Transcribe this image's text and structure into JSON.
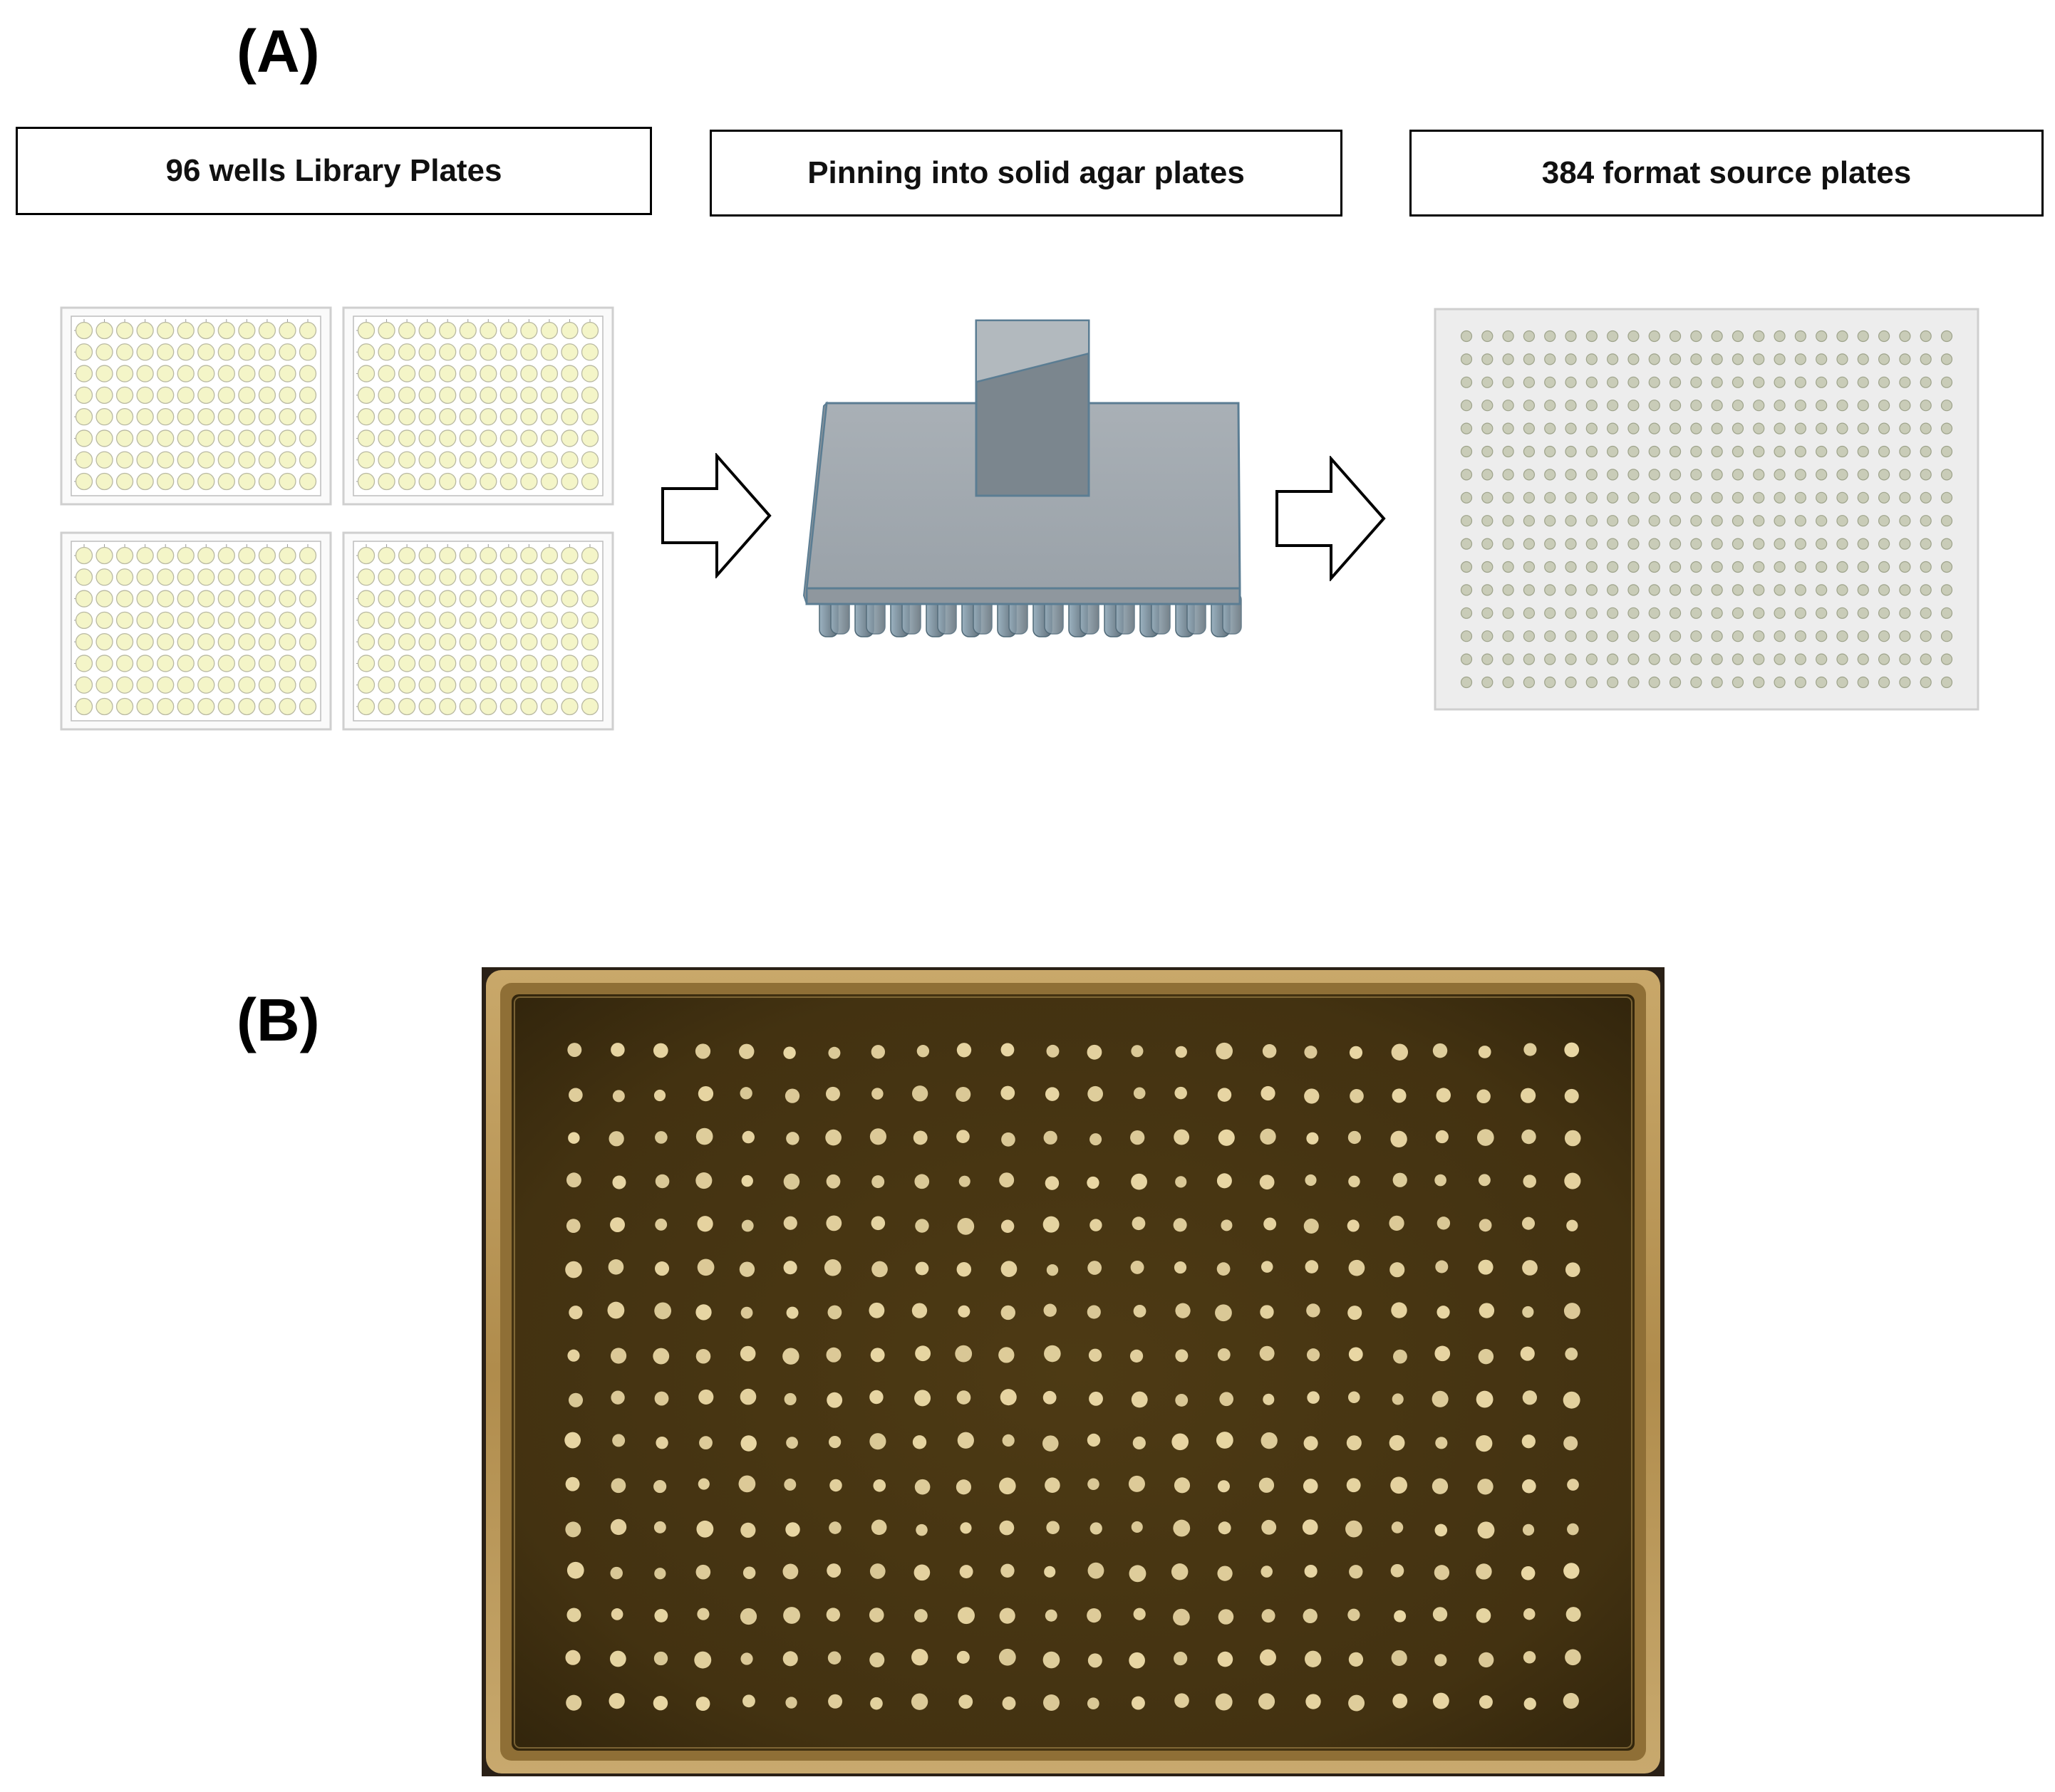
{
  "panel_a": {
    "label": "(A)",
    "steps": [
      {
        "label": "96 wells Library Plates"
      },
      {
        "label": "Pinning into solid agar plates"
      },
      {
        "label": "384 format source plates"
      }
    ],
    "library_plate": {
      "rows": 8,
      "cols": 12,
      "count": 4,
      "well_color": "#f4f5c8"
    },
    "source_plate": {
      "rows": 16,
      "cols": 24,
      "well_color": "#c9ccb8"
    }
  },
  "panel_b": {
    "label": "(B)",
    "plate_photo": {
      "rows": 16,
      "cols": 24,
      "agar_color": "#4a3712",
      "colony_color": "#e9d7a4"
    }
  }
}
